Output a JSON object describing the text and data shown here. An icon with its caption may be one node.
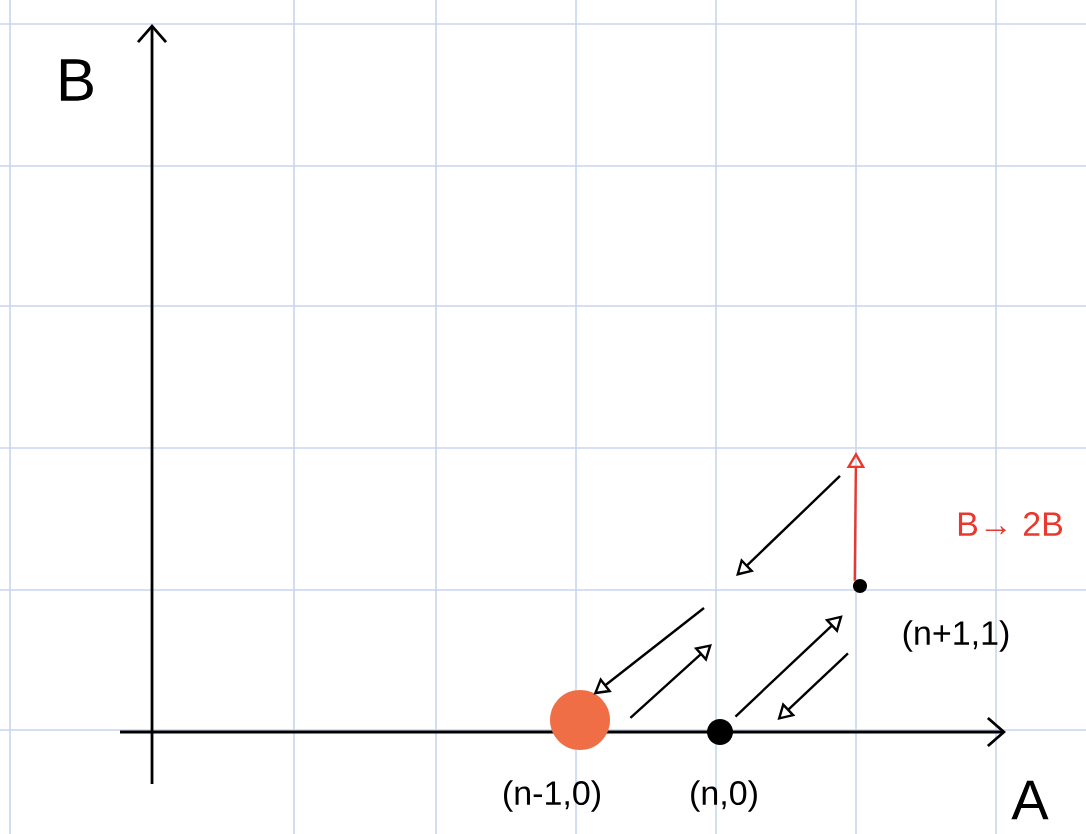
{
  "diagram": {
    "nodes": [
      {
        "text": [],
        "shape": "circle",
        "beside": [
          "(n-1,0)"
        ]
      },
      {
        "text": [],
        "shape": "circle",
        "beside": [
          "(n,0)"
        ]
      },
      {
        "text": [],
        "shape": "circle",
        "beside": [
          "(n+1,1)"
        ]
      }
    ],
    "edges": [
      {
        "from": 1,
        "to": 2,
        "arrow": "to"
      },
      {
        "from": 2,
        "to": 1,
        "arrow": "to"
      },
      {
        "from": null,
        "to": 0,
        "arrow": "to"
      },
      {
        "from": 0,
        "to": null,
        "arrow": "to"
      },
      {
        "from": 2,
        "to": null,
        "arrow": "to",
        "color": "#e8392f"
      }
    ],
    "labels": [
      "B",
      "A",
      "B→ 2B"
    ]
  }
}
